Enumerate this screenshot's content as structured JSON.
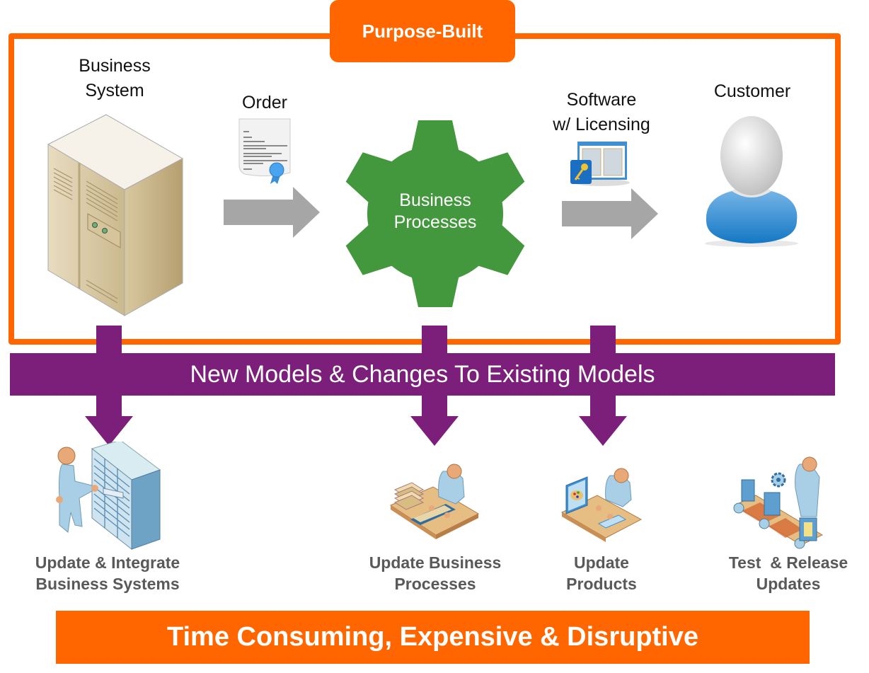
{
  "frame": {
    "title": "Purpose-Built",
    "border_color": "#ff6600"
  },
  "flow": {
    "business_system": {
      "label_line1": "Business",
      "label_line2": "System",
      "icon": "server-tower-icon"
    },
    "order": {
      "label": "Order",
      "icon": "certificate-document-icon"
    },
    "business_processes": {
      "label_line1": "Business",
      "label_line2": "Processes",
      "icon": "gear-icon",
      "color": "#43983d"
    },
    "software": {
      "label_line1": "Software",
      "label_line2": "w/ Licensing",
      "icon": "software-license-key-icon"
    },
    "customer": {
      "label": "Customer",
      "icon": "user-avatar-icon"
    }
  },
  "band": {
    "text": "New Models & Changes To Existing Models",
    "color": "#7b1f7b"
  },
  "tasks": [
    {
      "line1": "Update & Integrate",
      "line2": "Business Systems",
      "icon": "person-server-rack-icon"
    },
    {
      "line1": "Update Business",
      "line2": "Processes",
      "icon": "person-desk-books-icon"
    },
    {
      "line1": "Update",
      "line2": "Products",
      "icon": "person-computer-design-icon"
    },
    {
      "line1": "Test  & Release",
      "line2": "Updates",
      "icon": "person-conveyor-belt-icon"
    }
  ],
  "footer": {
    "text": "Time Consuming, Expensive & Disruptive",
    "color": "#ff6600"
  }
}
